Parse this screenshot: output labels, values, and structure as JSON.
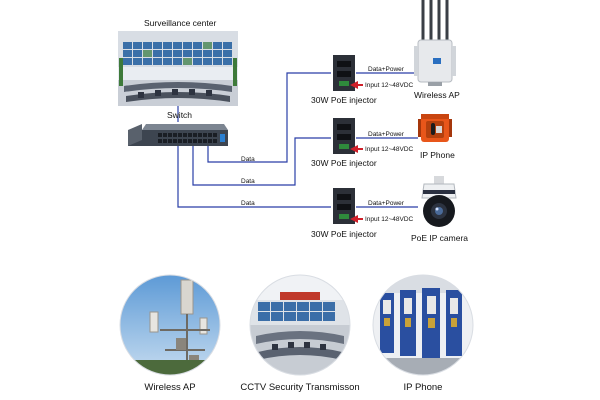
{
  "diagram": {
    "surveillance_center": "Surveillance center",
    "switch": "Switch",
    "link_data": "Data",
    "link_data_power": "Data+Power",
    "injector_input": "Input 12~48VDC",
    "injector_title": "30W PoE injector",
    "devices": [
      "Wireless AP",
      "IP Phone",
      "PoE IP camera"
    ]
  },
  "photos": {
    "captions": [
      "Wireless AP",
      "CCTV Security Transmisson",
      "IP  Phone"
    ]
  },
  "colors": {
    "link_line": "#2a3fa8",
    "arrow": "#d0202a",
    "phone_body": "#e8561a"
  }
}
